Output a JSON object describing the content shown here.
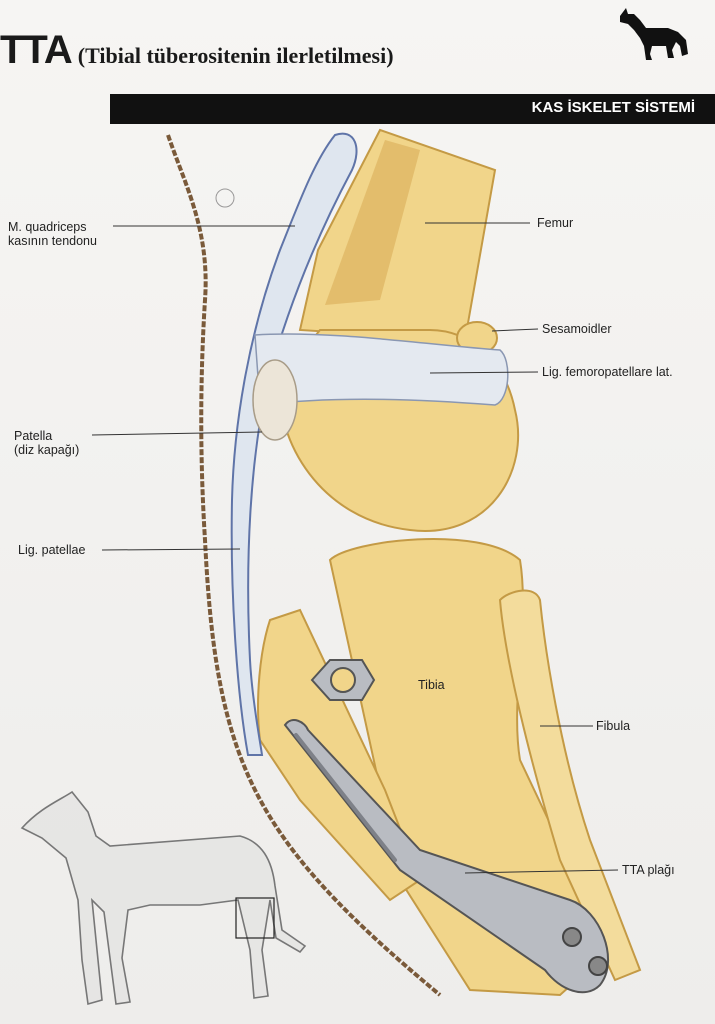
{
  "header": {
    "title_main": "TTA",
    "title_sub": "(Tibial tüberositenin ilerletilmesi)",
    "section": "KAS İSKELET SİSTEMİ"
  },
  "icons": {
    "corner": "dog-silhouette-icon",
    "inset": "dog-skeleton-icon"
  },
  "labels": {
    "quadriceps_line1": "M. quadriceps",
    "quadriceps_line2": "kasının tendonu",
    "patella_line1": "Patella",
    "patella_line2": "(diz kapağı)",
    "lig_patellae": "Lig. patellae",
    "femur": "Femur",
    "sesamoidler": "Sesamoidler",
    "lig_femoropatellare": "Lig. femoropatellare lat.",
    "tibia": "Tibia",
    "fibula": "Fibula",
    "tta_plagi": "TTA plağı"
  },
  "colors": {
    "bone": "#f1d58a",
    "bone_shade": "#d7a954",
    "tendon": "#dfe6ef",
    "implant": "#b9bcc2",
    "band": "#111111"
  }
}
